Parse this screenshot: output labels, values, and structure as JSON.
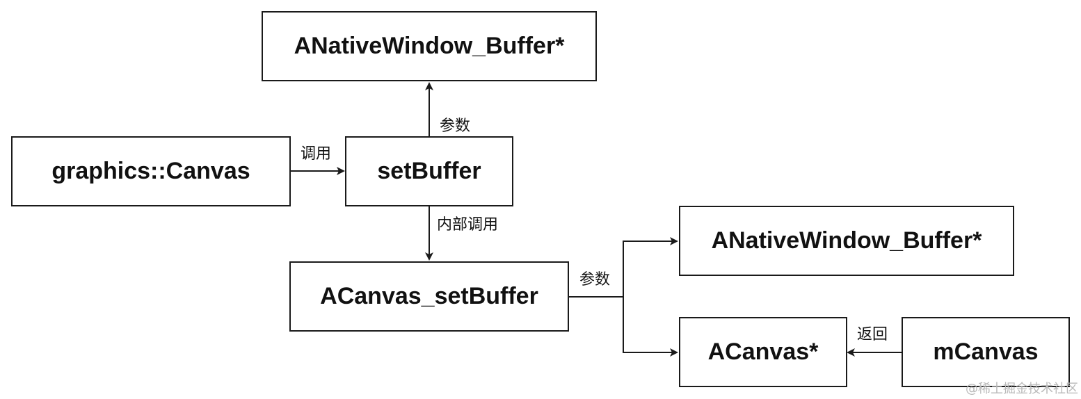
{
  "nodes": {
    "buffer_top": "ANativeWindow_Buffer*",
    "graphics_canvas": "graphics::Canvas",
    "set_buffer": "setBuffer",
    "acanvas_set_buffer": "ACanvas_setBuffer",
    "buffer_right": "ANativeWindow_Buffer*",
    "acanvas_ptr": "ACanvas*",
    "mcanvas": "mCanvas"
  },
  "edges": {
    "call": "调用",
    "param_top": "参数",
    "internal_call": "内部调用",
    "param_right": "参数",
    "return": "返回"
  },
  "watermark": "@稀土掘金技术社区",
  "colors": {
    "stroke": "#1a1a1a",
    "text": "#111111",
    "watermark": "#b9b9b9"
  }
}
